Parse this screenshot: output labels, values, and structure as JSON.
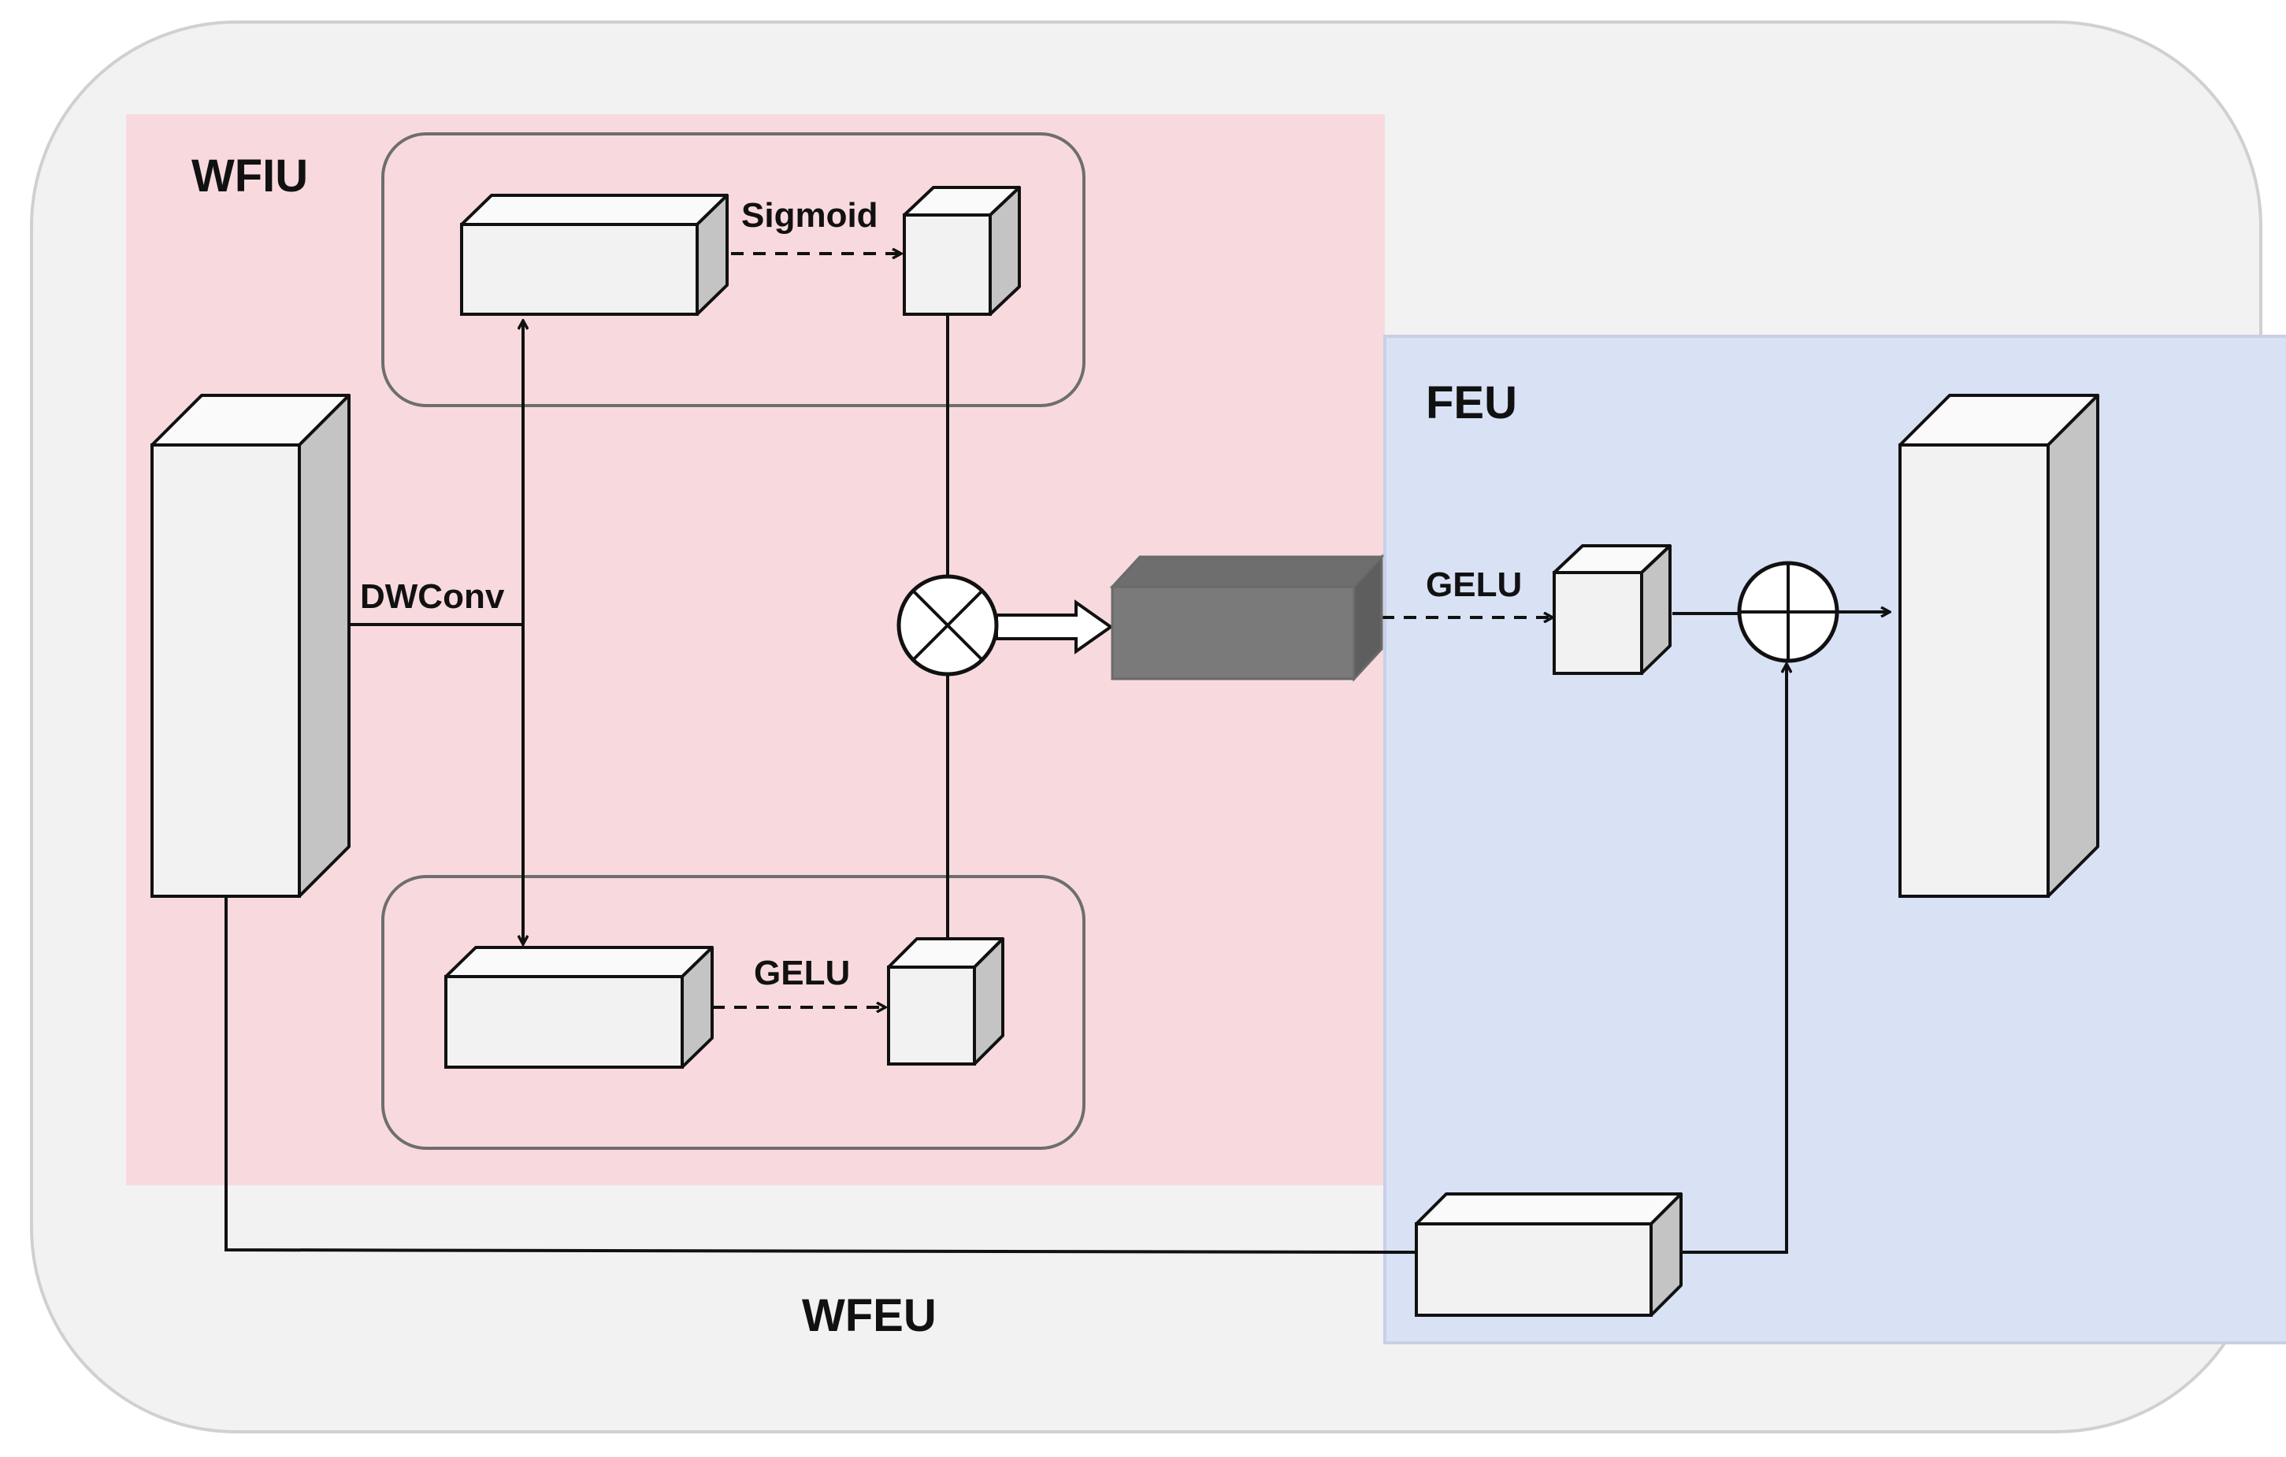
{
  "regions": {
    "wfiu": {
      "label": "WFIU",
      "color": "#f8dade"
    },
    "feu": {
      "label": "FEU",
      "color": "#d9e1f5"
    },
    "wfeu": {
      "label": "WFEU",
      "color": "#f2f2f2"
    }
  },
  "edges": {
    "dwconv": "DWConv",
    "sigmoid": "Sigmoid",
    "gelu_lower": "GELU",
    "gelu_feu": "GELU"
  },
  "operators": {
    "multiply": "multiply-icon",
    "add": "add-icon"
  },
  "colors": {
    "feature_block": "#f2f2f2",
    "fused_block": "#7a7a7a",
    "line": "#111111"
  }
}
